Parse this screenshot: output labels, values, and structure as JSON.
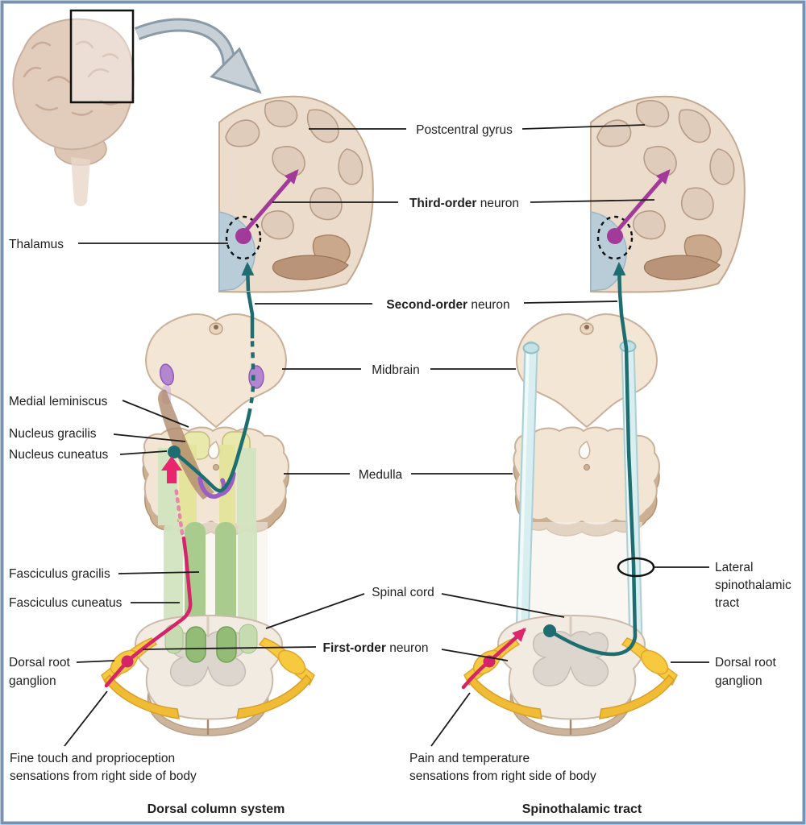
{
  "labels": {
    "thalamus": "Thalamus",
    "postcentral_gyrus": "Postcentral gyrus",
    "third_order": {
      "bold": "Third-order",
      "rest": " neuron"
    },
    "second_order": {
      "bold": "Second-order",
      "rest": " neuron"
    },
    "midbrain": "Midbrain",
    "medulla": "Medulla",
    "medial_leminiscus": "Medial leminiscus",
    "nucleus_gracilis": "Nucleus gracilis",
    "nucleus_cuneatus": "Nucleus cuneatus",
    "fasciculus_gracilis": "Fasciculus gracilis",
    "fasciculus_cuneatus": "Fasciculus cuneatus",
    "spinal_cord": "Spinal cord",
    "first_order": {
      "bold": "First-order",
      "rest": " neuron"
    },
    "lateral_spinothalamic_tract": {
      "line1": "Lateral",
      "line2": "spinothalamic",
      "line3": "tract"
    },
    "dorsal_root_ganglion_left": {
      "line1": "Dorsal root",
      "line2": "ganglion"
    },
    "dorsal_root_ganglion_right": {
      "line1": "Dorsal root",
      "line2": "ganglion"
    },
    "fine_touch": {
      "line1": "Fine touch and proprioception",
      "line2": "sensations from right side of body"
    },
    "pain_temperature": {
      "line1": "Pain and temperature",
      "line2": "sensations from right side of body"
    },
    "caption_left": "Dorsal column system",
    "caption_right": "Spinothalamic tract"
  },
  "colors": {
    "first_order_pink": "#d6246b",
    "second_order_teal": "#1d6d71",
    "third_order_purple": "#a23a99",
    "nerve_root_yellow": "#f6c93e",
    "thalamus_blue": "#b9cdd9",
    "spinothalamic_tube_blue": "#d9eef0",
    "fasciculus_green": "#a9cc8e",
    "fasciculus_yellow_green": "#e4e49c",
    "brainstem_beige": "#f3e5d4",
    "brain_beige": "#ecdccc",
    "frame_border_blue": "#7793b4"
  }
}
